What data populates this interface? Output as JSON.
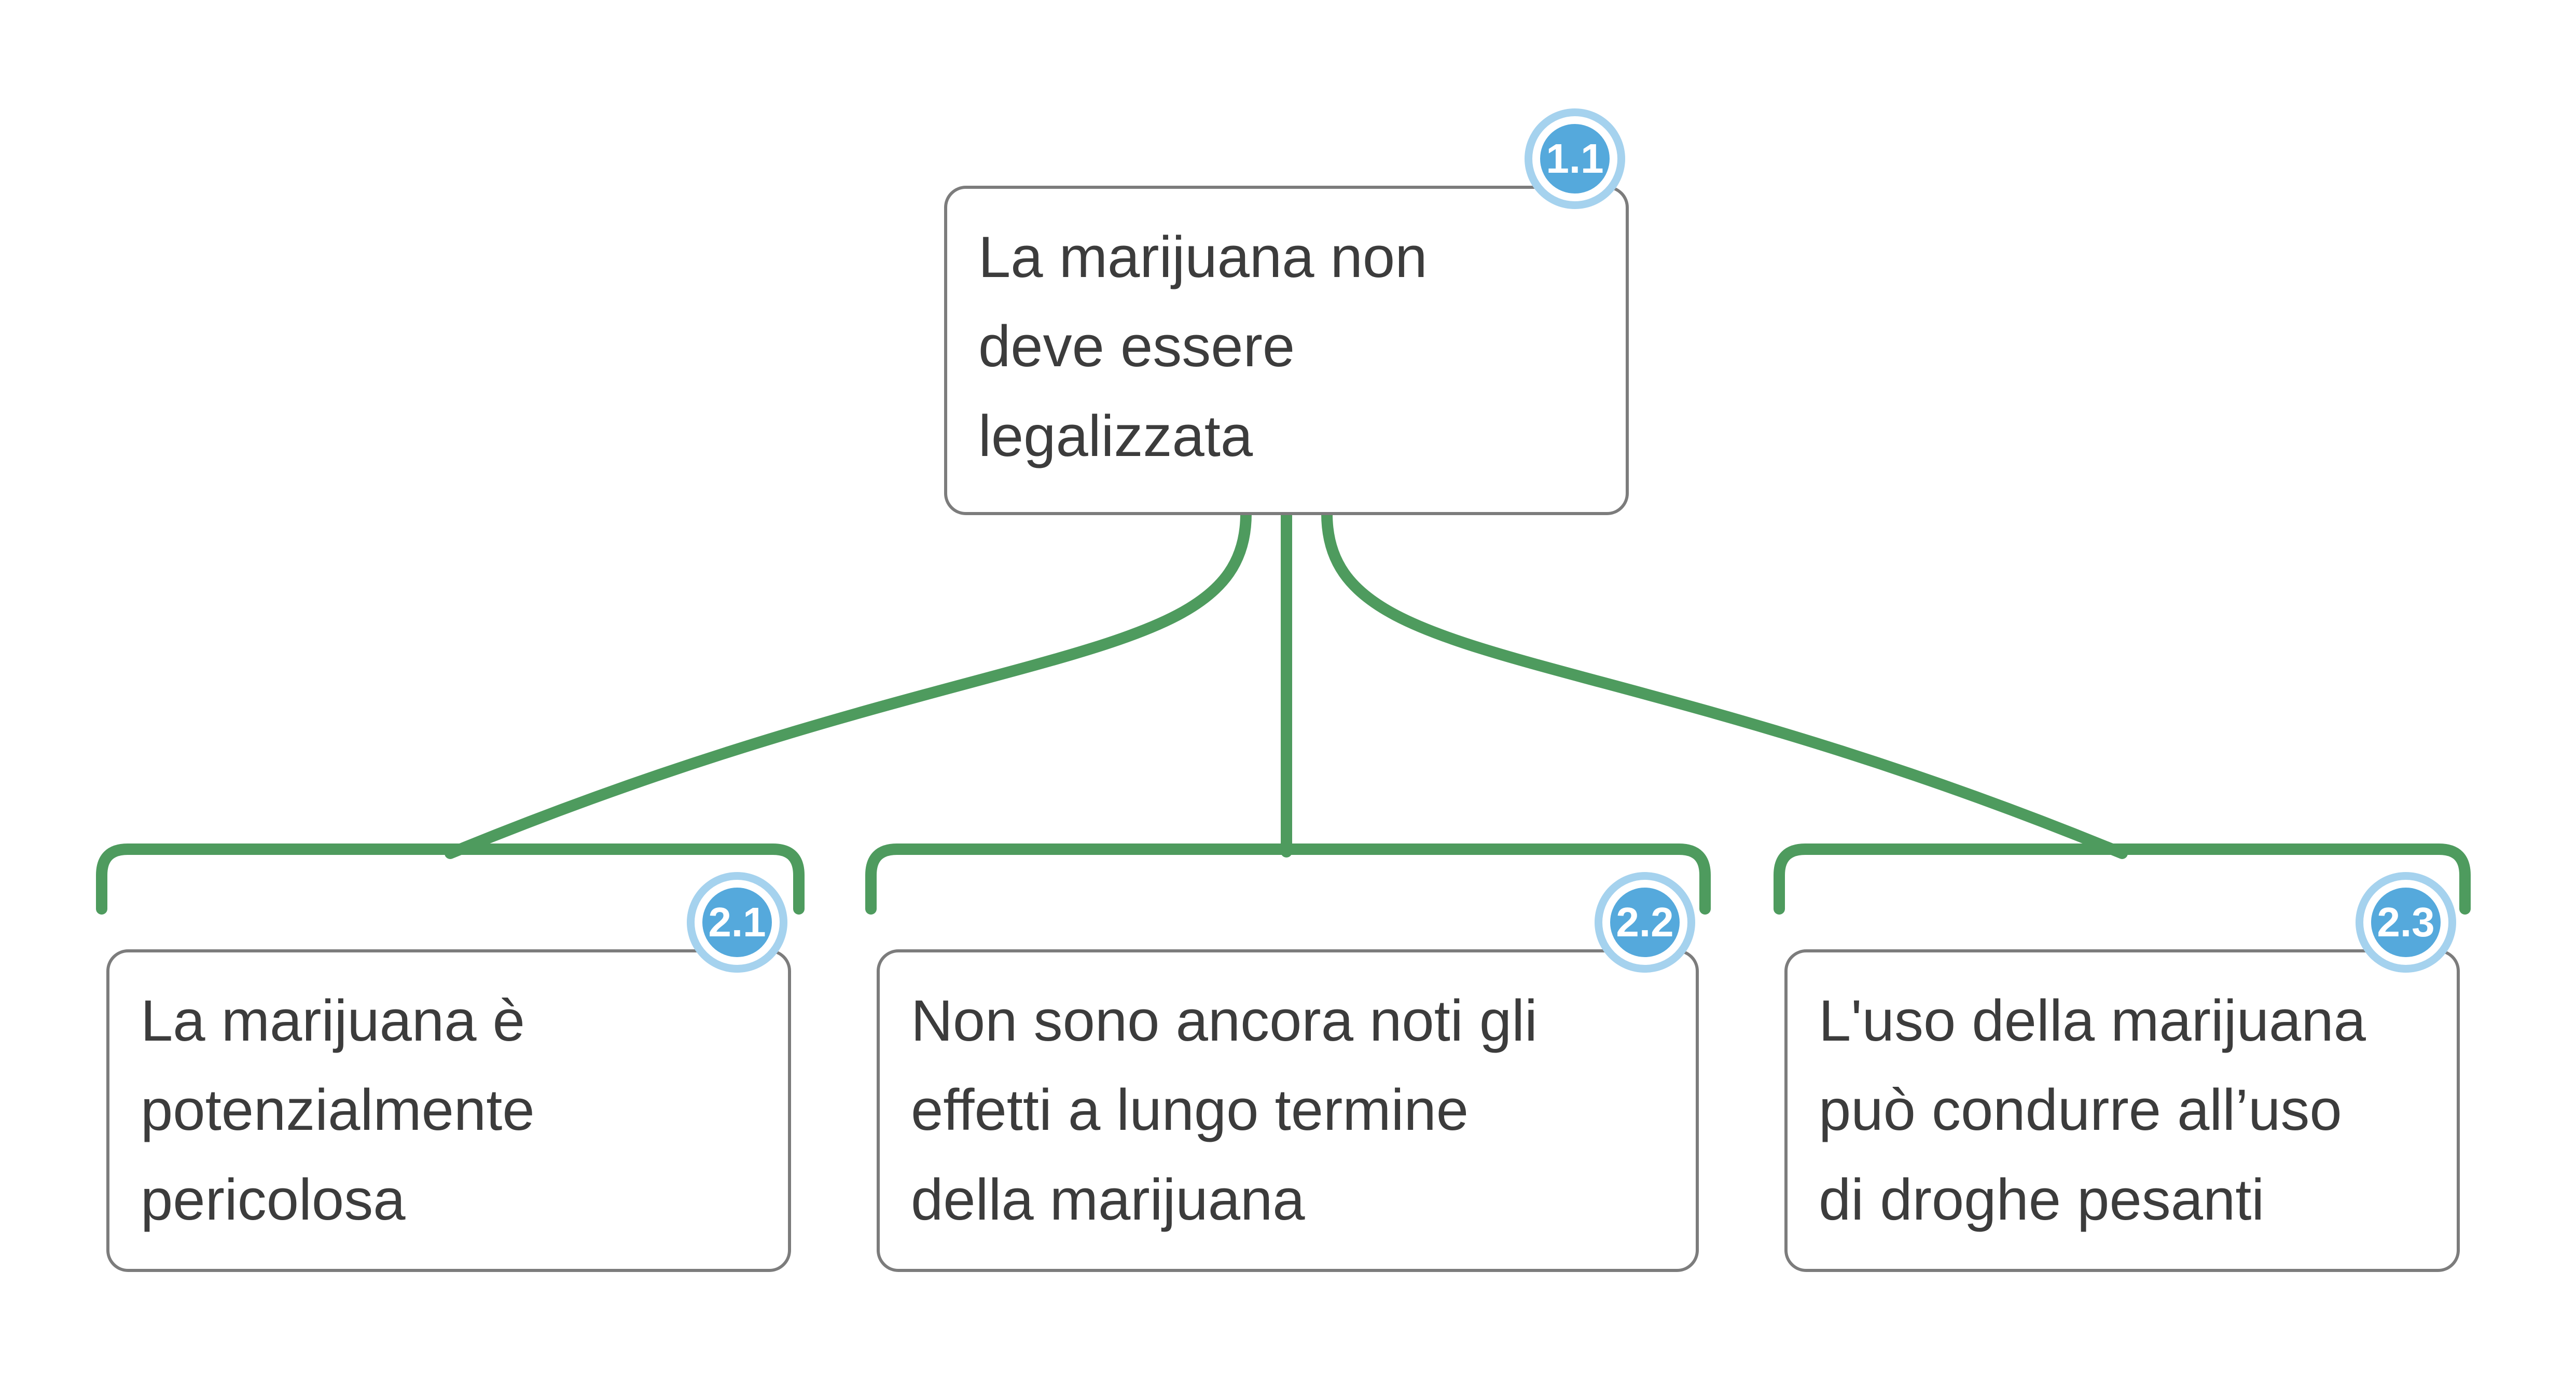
{
  "diagram": {
    "root": {
      "id": "1.1",
      "text": "La marijuana non deve essere legalizzata",
      "lines": [
        "La marijuana non",
        "deve essere",
        "legalizzata"
      ]
    },
    "children": [
      {
        "id": "2.1",
        "text": "La marijuana è potenzialmente pericolosa",
        "lines": [
          "La marijuana è",
          "potenzialmente",
          "pericolosa"
        ]
      },
      {
        "id": "2.2",
        "text": "Non sono ancora noti gli effetti a lungo termine della marijuana",
        "lines": [
          "Non sono ancora noti gli",
          "effetti a lungo termine",
          "della marijuana"
        ]
      },
      {
        "id": "2.3",
        "text": "L'uso della marijuana può condurre all’uso di droghe pesanti",
        "lines": [
          "L'uso della marijuana",
          "può condurre all’uso",
          "di droghe pesanti"
        ]
      }
    ],
    "colors": {
      "connector": "#4e9b5e",
      "badge_fill": "#55a9dc",
      "badge_ring": "#a5d2ee",
      "box_border": "#7c7c7c",
      "text": "#3c3c3c"
    }
  }
}
